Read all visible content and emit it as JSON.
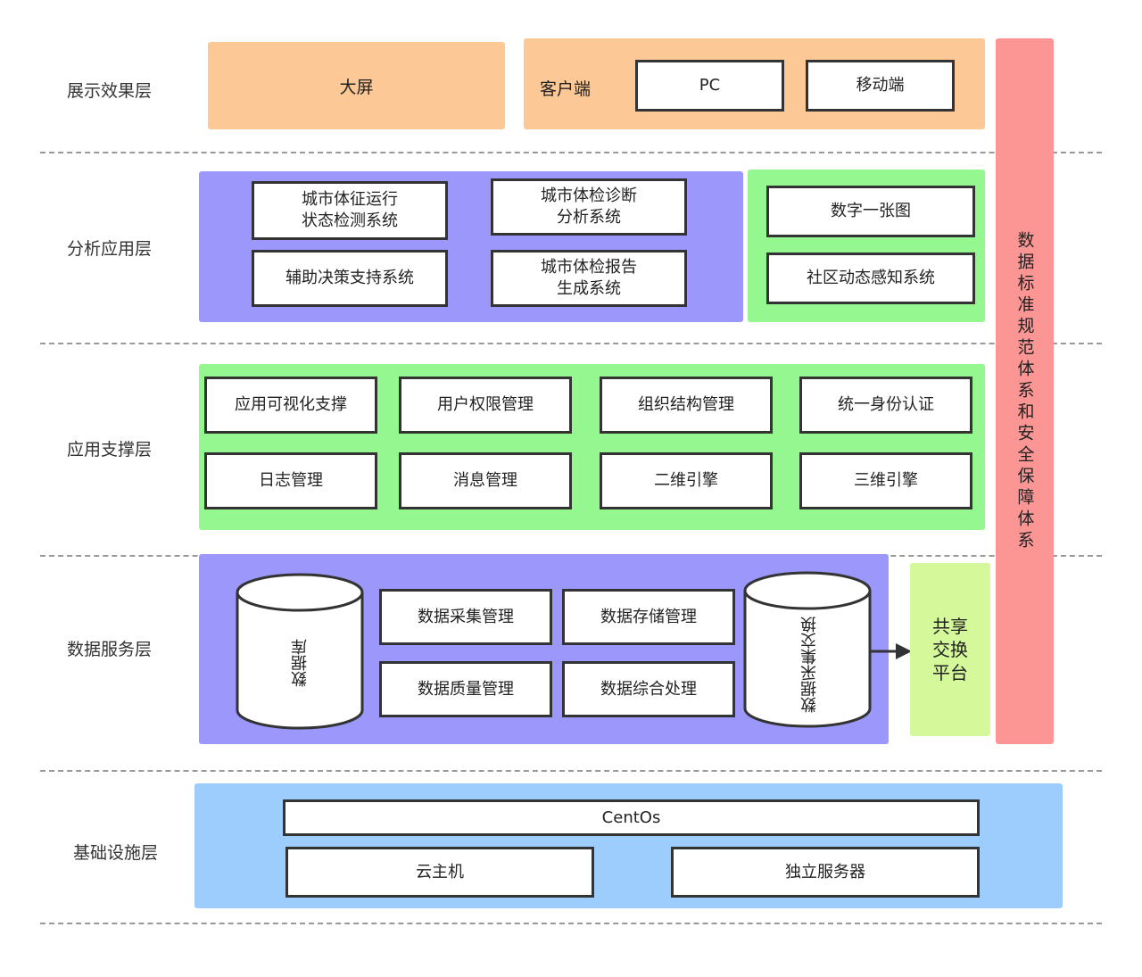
{
  "layers": {
    "presentation": "展示效果层",
    "analysis": "分析应用层",
    "support": "应用支撑层",
    "data_service": "数据服务层",
    "infrastructure": "基础设施层"
  },
  "presentation": {
    "big_screen": "大屏",
    "client_label": "客户端",
    "pc": "PC",
    "mobile": "移动端"
  },
  "analysis": {
    "items": [
      "城市体征运行\n状态检测系统",
      "城市体检诊断\n分析系统",
      "辅助决策支持系统",
      "城市体检报告\n生成系统"
    ],
    "right_items": [
      "数字一张图",
      "社区动态感知系统"
    ]
  },
  "support": {
    "items": [
      "应用可视化支撑",
      "用户权限管理",
      "组织结构管理",
      "统一身份认证",
      "日志管理",
      "消息管理",
      "二维引擎",
      "三维引擎"
    ]
  },
  "data_service": {
    "database": "数据库",
    "items": [
      "数据采集管理",
      "数据存储管理",
      "数据质量管理",
      "数据综合处理"
    ],
    "exchange": "数据采集交换",
    "share_platform": "共享\n交换\n平台"
  },
  "infrastructure": {
    "os": "CentOs",
    "cloud_host": "云主机",
    "standalone_server": "独立服务器"
  },
  "side_bar": "数据标准规范体系和安全保障体系",
  "colors": {
    "presentation_bg": "#fcc896",
    "analysis_bg": "#9b97fb",
    "green_bg": "#95f78f",
    "data_service_bg": "#9b97fb",
    "share_bg": "#d5f99a",
    "infra_bg": "#9dcdfc",
    "side_bar_bg": "#fc9694"
  }
}
